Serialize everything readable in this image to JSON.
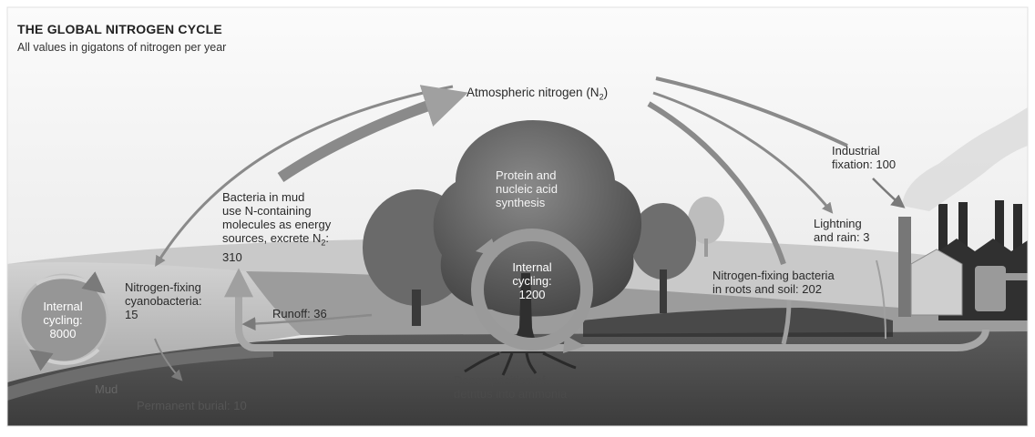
{
  "header": {
    "title": "THE GLOBAL NITROGEN CYCLE",
    "subtitle": "All values in gigatons of nitrogen per year"
  },
  "labels": {
    "atmospheric_prefix": "Atmospheric nitrogen (N",
    "atmospheric_sub": "2",
    "atmospheric_suffix": ")",
    "industrial_1": "Industrial",
    "industrial_2": "fixation: 100",
    "lightning_1": "Lightning",
    "lightning_2": "and rain: 3",
    "fixing_bacteria_1": "Nitrogen-fixing bacteria",
    "fixing_bacteria_2": "in roots and soil: 202",
    "mud_bacteria_1": "Bacteria in mud",
    "mud_bacteria_2": "use N-containing",
    "mud_bacteria_3": "molecules as energy",
    "mud_bacteria_4_prefix": "sources, excrete N",
    "mud_bacteria_4_sub": "2",
    "mud_bacteria_4_suffix": ":",
    "mud_bacteria_5": "310",
    "cyano_1": "Nitrogen-fixing",
    "cyano_2": "cyanobacteria:",
    "cyano_3": "15",
    "runoff": "Runoff: 36",
    "protein_1": "Protein and",
    "protein_2": "nucleic acid",
    "protein_3": "synthesis",
    "land_internal_1": "Internal",
    "land_internal_2": "cycling:",
    "land_internal_3": "1200",
    "ocean_internal_1": "Internal",
    "ocean_internal_2": "cycling:",
    "ocean_internal_3": "8000",
    "decomposition_1": "Decomposition of",
    "decomposition_2": "detritus into ammonia",
    "mud": "Mud",
    "burial": "Permanent burial: 10"
  },
  "colors": {
    "arrow": "#8a8a8a",
    "sky_top": "#f4f4f4",
    "ground": "#4f4f4f",
    "ocean": "#b9b9b9"
  }
}
